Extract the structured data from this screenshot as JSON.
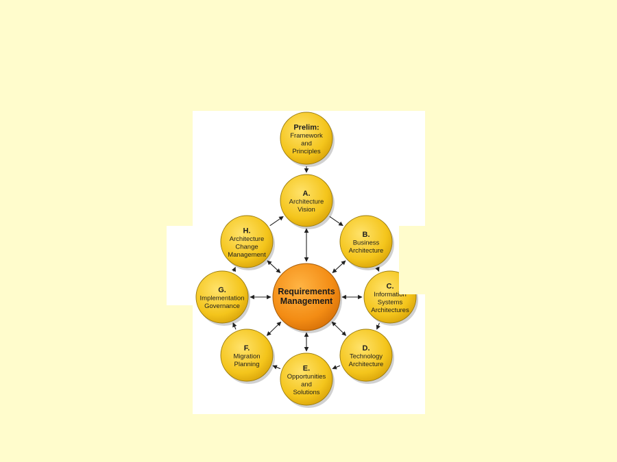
{
  "nodes": {
    "prelim": {
      "title": "Prelim:",
      "lines": [
        "Framework",
        "and",
        "Principles"
      ]
    },
    "a": {
      "title": "A.",
      "lines": [
        "Architecture",
        "Vision"
      ]
    },
    "b": {
      "title": "B.",
      "lines": [
        "Business",
        "Architecture"
      ]
    },
    "c": {
      "title": "C.",
      "lines": [
        "Information",
        "Systems",
        "Architectures"
      ]
    },
    "d": {
      "title": "D.",
      "lines": [
        "Technology",
        "Architecture"
      ]
    },
    "e": {
      "title": "E.",
      "lines": [
        "Opportunities",
        "and",
        "Solutions"
      ]
    },
    "f": {
      "title": "F.",
      "lines": [
        "Migration",
        "Planning"
      ]
    },
    "g": {
      "title": "G.",
      "lines": [
        "Implementation",
        "Governance"
      ]
    },
    "h": {
      "title": "H.",
      "lines": [
        "Architecture",
        "Change",
        "Management"
      ]
    },
    "center": {
      "lines": [
        "Requirements",
        "Management"
      ]
    }
  },
  "colors": {
    "background": "#fffccc",
    "node": "#f2c21c",
    "center": "#f08c12"
  }
}
